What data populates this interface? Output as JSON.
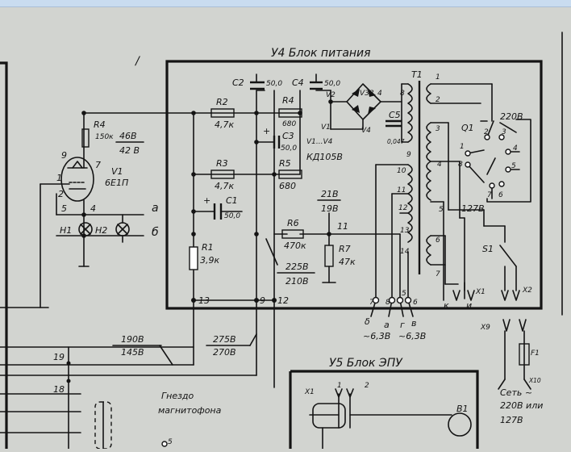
{
  "blocks": {
    "power": "У4 Блок питания",
    "epu": "У5 Блок ЭПУ",
    "socket": "Гнездо\nмагнитофона"
  },
  "components": {
    "R4_left": {
      "ref": "R4",
      "value": "150к"
    },
    "V1_tube": {
      "ref": "V1",
      "value": "6Е1П"
    },
    "lamps": {
      "h1": "Н1",
      "h2": "Н2"
    },
    "R2": {
      "ref": "R2",
      "value": "4,7к"
    },
    "R3": {
      "ref": "R3",
      "value": "4,7к"
    },
    "R1": {
      "ref": "R1",
      "value": "3,9к"
    },
    "C1": {
      "ref": "C1",
      "value": "50,0"
    },
    "C2": {
      "ref": "C2",
      "value": "50,0"
    },
    "C3": {
      "ref": "C3",
      "value": "50,0"
    },
    "C4": {
      "ref": "C4",
      "value": "50,0"
    },
    "C5": {
      "ref": "C5",
      "value": "0,047"
    },
    "R4": {
      "ref": "R4",
      "value": "680"
    },
    "R5": {
      "ref": "R5",
      "value": "680"
    },
    "R6": {
      "ref": "R6",
      "value": "470к"
    },
    "R7": {
      "ref": "R7",
      "value": "47к"
    },
    "diodes": {
      "refs": [
        "V1",
        "V2",
        "V3",
        "V4"
      ],
      "range": "V1...V4",
      "type": "КД105В"
    },
    "T1": "T1",
    "Q1": "Q1",
    "S1": "S1",
    "F1": "F1",
    "B1": "B1",
    "X1": "X1",
    "X2": "X2",
    "X9": "X9",
    "X10": "Х10"
  },
  "voltages": {
    "v46_42": [
      "46В",
      "42 В"
    ],
    "v21_19": [
      "21В",
      "19В"
    ],
    "v225_210": [
      "225В",
      "210В"
    ],
    "v190_145": [
      "190В",
      "145В"
    ],
    "v275_270": [
      "275В",
      "270В"
    ],
    "v220": "220В",
    "v127": "127В",
    "ac_a": "~6,3В",
    "ac_b": "~6,3В"
  },
  "mains": [
    "Сеть ~",
    "220В или",
    "127В"
  ],
  "terminals": {
    "left": [
      "13",
      "9",
      "12",
      "19",
      "18"
    ],
    "mid": [
      "11"
    ],
    "bottom": [
      "7",
      "8",
      "5",
      "6"
    ],
    "greek": [
      "δ",
      "а",
      "г",
      "в"
    ],
    "abc": [
      "а",
      "б"
    ],
    "plug": [
      "к",
      "и"
    ],
    "tube_pins": [
      "9",
      "7",
      "1",
      "2",
      "5",
      "4"
    ],
    "winding": [
      "1",
      "2",
      "3",
      "4",
      "5",
      "6",
      "7",
      "8",
      "9",
      "10",
      "11",
      "12",
      "13",
      "14"
    ],
    "switch": [
      "1",
      "2",
      "3",
      "4",
      "5",
      "6",
      "7",
      "8"
    ],
    "diode_nums": [
      "3",
      "4"
    ],
    "epu": [
      "1",
      "2"
    ],
    "five": "5",
    "cross": "/"
  }
}
